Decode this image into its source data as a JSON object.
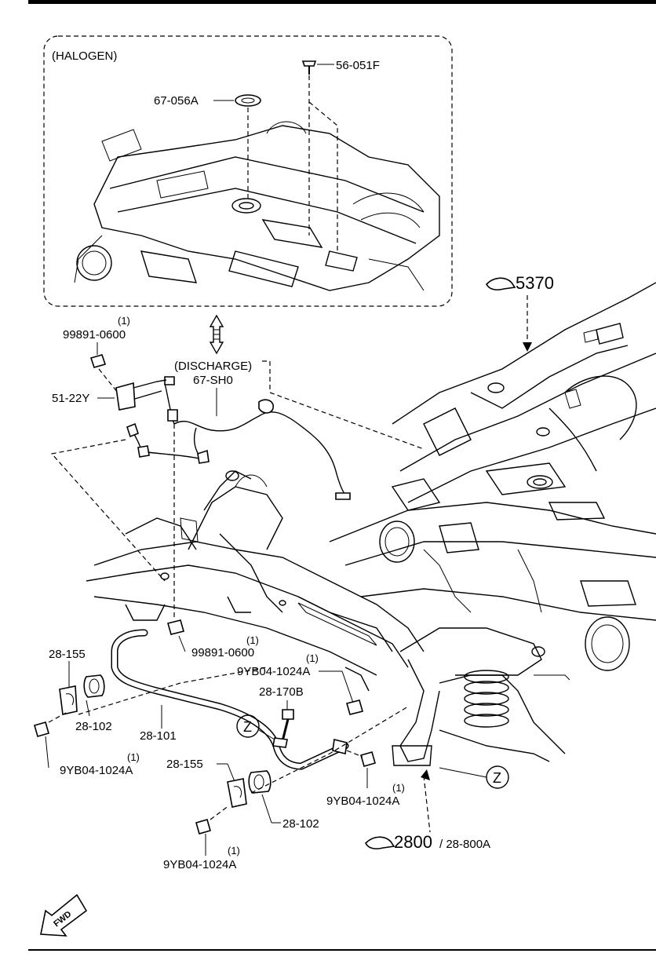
{
  "halogen_inset": {
    "title": "(HALOGEN)",
    "parts": {
      "plug_grommet": "67-056A",
      "clip": "56-051F"
    }
  },
  "discharge": {
    "title": "(DISCHARGE)",
    "part": "67-SH0"
  },
  "refs": {
    "body_ref": {
      "number": "5370",
      "icon": "pointing-hand-icon"
    },
    "suspension_ref": {
      "number": "2800",
      "suffix": "/ 28-800A",
      "icon": "pointing-hand-icon"
    }
  },
  "callouts": {
    "bolt_top": {
      "part": "99891-0600",
      "qty": "(1)"
    },
    "bracket": {
      "part": "51-22Y"
    },
    "bolt_mid": {
      "part": "99891-0600",
      "qty": "(1)"
    },
    "nut_link_upper": {
      "part": "9YB04-1024A",
      "qty": "(1)"
    },
    "link": {
      "part": "28-170B"
    },
    "clamp_left": {
      "part": "28-155"
    },
    "bushing_left": {
      "part": "28-102"
    },
    "stabilizer_bar": {
      "part": "28-101"
    },
    "nut_left": {
      "part": "9YB04-1024A",
      "qty": "(1)"
    },
    "clamp_right": {
      "part": "28-155"
    },
    "bushing_right": {
      "part": "28-102"
    },
    "nut_link_lower": {
      "part": "9YB04-1024A",
      "qty": "(1)"
    },
    "nut_bottom": {
      "part": "9YB04-1024A",
      "qty": "(1)"
    }
  },
  "markers": {
    "z_left": "Z",
    "z_right": "Z"
  },
  "fwd": {
    "label": "FWD",
    "icon": "fwd-arrow-icon"
  }
}
